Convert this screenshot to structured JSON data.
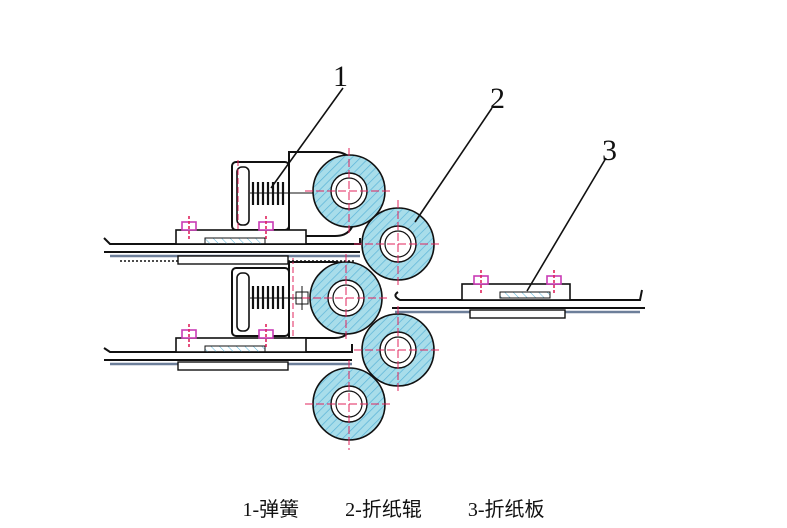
{
  "callouts": [
    "1",
    "2",
    "3"
  ],
  "legend": [
    "1-弹簧",
    "2-折纸辊",
    "3-折纸板"
  ],
  "colors": {
    "roller_fill": "#a8ddea",
    "roller_hatch": "#5ab4d8",
    "line": "#111111",
    "centerline": "#e0245e",
    "bolt": "#c93bb5",
    "plate_shadow": "#6d7f9a"
  }
}
